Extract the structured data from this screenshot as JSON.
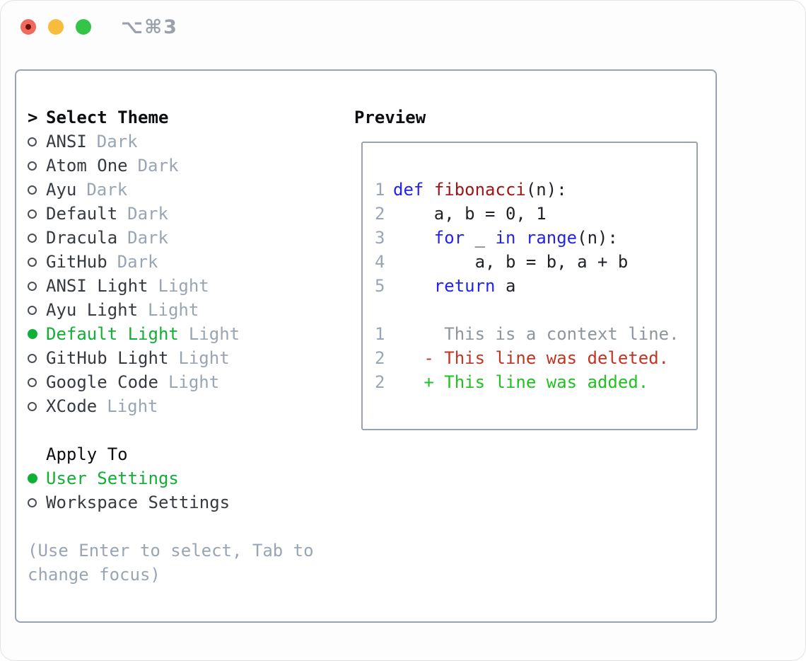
{
  "window": {
    "title": "⌥⌘3"
  },
  "colors": {
    "tl_red": "#f06a5d",
    "tl_red_dot": "#6d1007",
    "tl_yellow": "#f6bd3d",
    "tl_green": "#33c448",
    "border": "#99a3b0",
    "accent_green": "#10b035",
    "muted": "#9aa5b4",
    "ink": "#0c0e12",
    "item": "#363b42",
    "title": "#9aa1aa",
    "kw": "#2323f0",
    "fn": "#a31515",
    "code": "#1e2228",
    "ctx": "#8e959d",
    "del": "#c43422",
    "add": "#1fc31f"
  },
  "theme_picker": {
    "prompt": ">",
    "header": "Select Theme",
    "themes": [
      {
        "name": "ANSI",
        "tag": "Dark",
        "selected": false
      },
      {
        "name": "Atom One",
        "tag": "Dark",
        "selected": false
      },
      {
        "name": "Ayu",
        "tag": "Dark",
        "selected": false
      },
      {
        "name": "Default",
        "tag": "Dark",
        "selected": false
      },
      {
        "name": "Dracula",
        "tag": "Dark",
        "selected": false
      },
      {
        "name": "GitHub",
        "tag": "Dark",
        "selected": false
      },
      {
        "name": "ANSI Light",
        "tag": "Light",
        "selected": false
      },
      {
        "name": "Ayu Light",
        "tag": "Light",
        "selected": false
      },
      {
        "name": "Default Light",
        "tag": "Light",
        "selected": true
      },
      {
        "name": "GitHub Light",
        "tag": "Light",
        "selected": false
      },
      {
        "name": "Google Code",
        "tag": "Light",
        "selected": false
      },
      {
        "name": "XCode",
        "tag": "Light",
        "selected": false
      }
    ],
    "apply_to": {
      "label": "Apply To",
      "options": [
        {
          "name": "User Settings",
          "selected": true
        },
        {
          "name": "Workspace Settings",
          "selected": false
        }
      ]
    },
    "help": "(Use Enter to select, Tab to change focus)"
  },
  "preview": {
    "title": "Preview",
    "lines": [
      {
        "num": "1",
        "tokens": [
          {
            "c": "kw",
            "t": "def"
          },
          {
            "c": "pl",
            "t": " "
          },
          {
            "c": "fn",
            "t": "fibonacci"
          },
          {
            "c": "pl",
            "t": "(n):"
          }
        ]
      },
      {
        "num": "2",
        "tokens": [
          {
            "c": "pl",
            "t": "    a, b = 0, 1"
          }
        ]
      },
      {
        "num": "3",
        "tokens": [
          {
            "c": "pl",
            "t": "    "
          },
          {
            "c": "kw",
            "t": "for"
          },
          {
            "c": "pl",
            "t": " _ "
          },
          {
            "c": "kw",
            "t": "in"
          },
          {
            "c": "pl",
            "t": " "
          },
          {
            "c": "kw",
            "t": "range"
          },
          {
            "c": "pl",
            "t": "(n):"
          }
        ]
      },
      {
        "num": "4",
        "tokens": [
          {
            "c": "pl",
            "t": "        a, b = b, a + b"
          }
        ]
      },
      {
        "num": "5",
        "tokens": [
          {
            "c": "pl",
            "t": "    "
          },
          {
            "c": "kw",
            "t": "return"
          },
          {
            "c": "pl",
            "t": " a"
          }
        ]
      },
      {
        "num": "",
        "tokens": []
      },
      {
        "num": "1",
        "tokens": [
          {
            "c": "ctx",
            "t": "     This is a context line."
          }
        ]
      },
      {
        "num": "2",
        "tokens": [
          {
            "c": "del",
            "t": "   - This line was deleted."
          }
        ]
      },
      {
        "num": "2",
        "tokens": [
          {
            "c": "add",
            "t": "   + This line was added."
          }
        ]
      }
    ]
  }
}
